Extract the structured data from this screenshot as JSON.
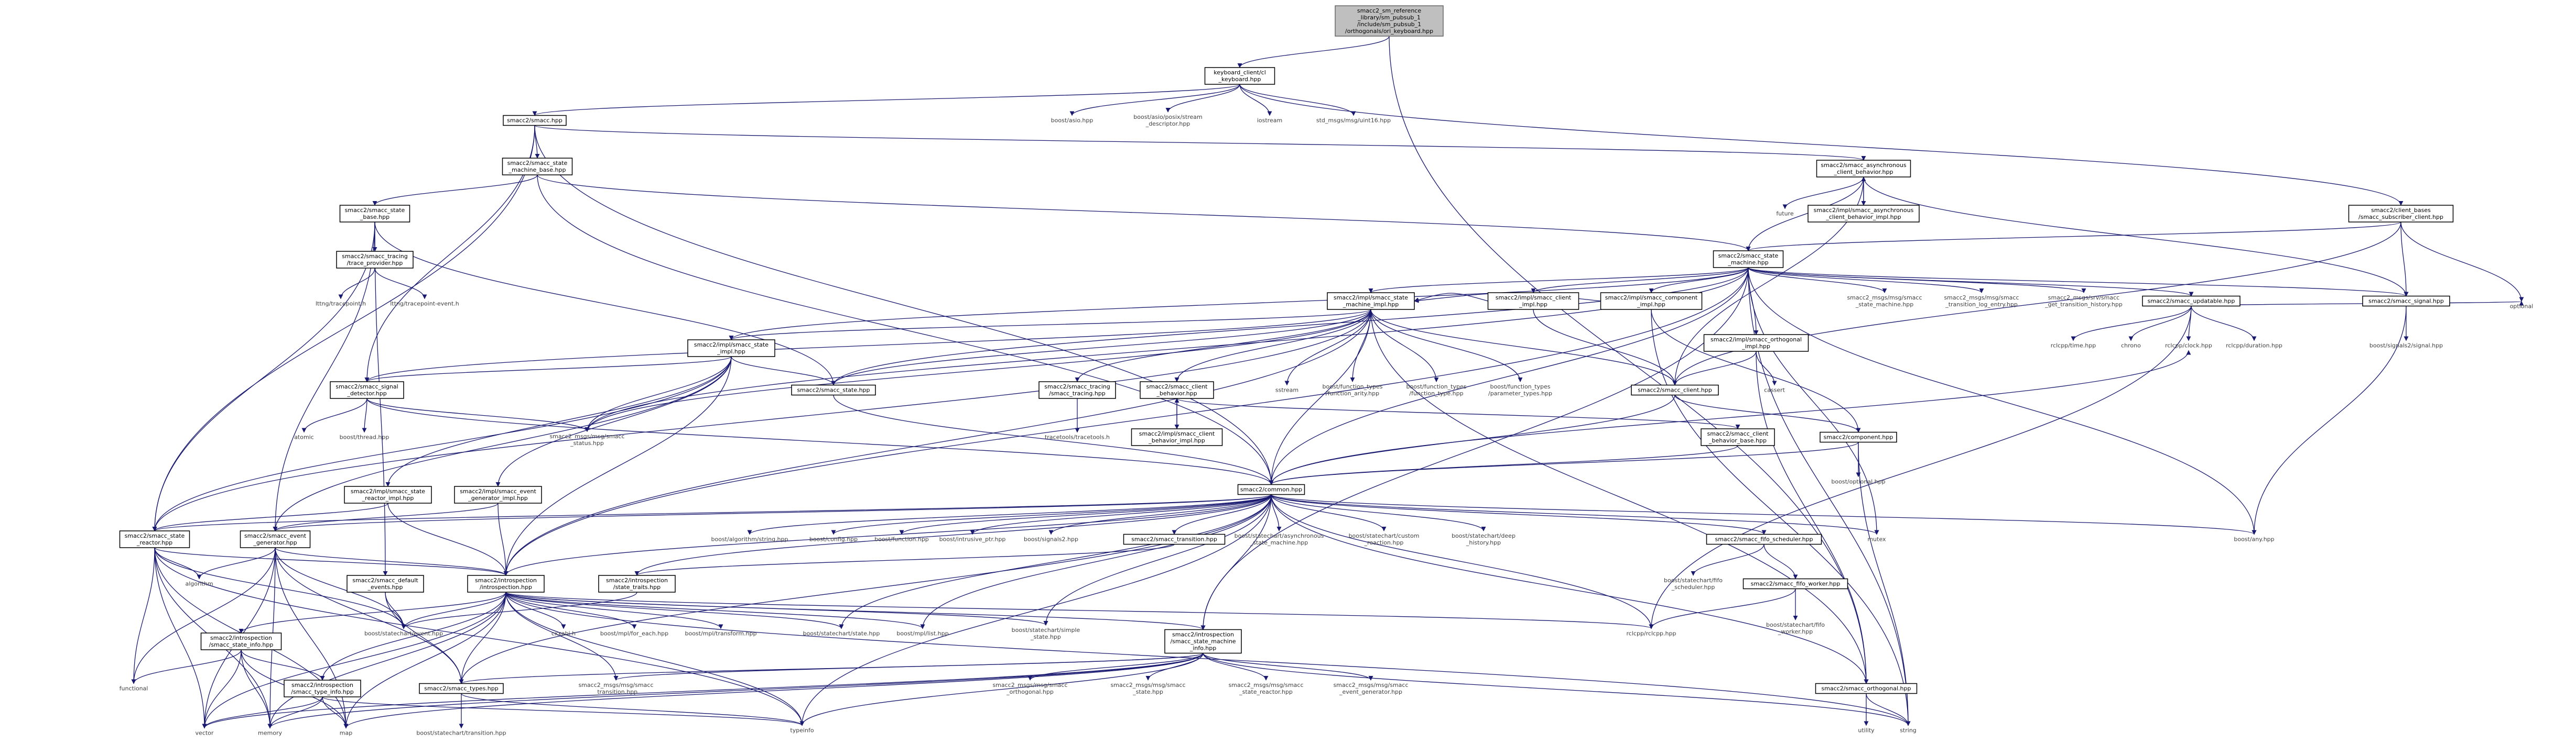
{
  "diagram": {
    "root": {
      "id": "root",
      "lines": [
        "smacc2_sm_reference",
        "_library/sm_pubsub_1",
        "/include/sm_pubsub_1",
        "/orthogonals/ori_keyboard.hpp"
      ],
      "boxed": true,
      "root": true
    },
    "nodes": [
      {
        "id": "kc",
        "lines": [
          "keyboard_client/cl",
          "_keyboard.hpp"
        ],
        "boxed": true
      },
      {
        "id": "smacc",
        "lines": [
          "smacc2/smacc.hpp"
        ],
        "boxed": true
      },
      {
        "id": "basio",
        "lines": [
          "boost/asio.hpp"
        ],
        "boxed": false
      },
      {
        "id": "bposix",
        "lines": [
          "boost/asio/posix/stream",
          "_descriptor.hpp"
        ],
        "boxed": false
      },
      {
        "id": "iostream",
        "lines": [
          "iostream"
        ],
        "boxed": false
      },
      {
        "id": "stdint",
        "lines": [
          "std_msgs/msg/uint16.hpp"
        ],
        "boxed": false
      },
      {
        "id": "acb",
        "lines": [
          "smacc2/smacc_asynchronous",
          "_client_behavior.hpp"
        ],
        "boxed": true
      },
      {
        "id": "acbi",
        "lines": [
          "smacc2/impl/smacc_asynchronous",
          "_client_behavior_impl.hpp"
        ],
        "boxed": true
      },
      {
        "id": "future",
        "lines": [
          "future"
        ],
        "boxed": false
      },
      {
        "id": "smb",
        "lines": [
          "smacc2/smacc_state",
          "_machine_base.hpp"
        ],
        "boxed": true
      },
      {
        "id": "sb",
        "lines": [
          "smacc2/smacc_state",
          "_base.hpp"
        ],
        "boxed": true
      },
      {
        "id": "trace",
        "lines": [
          "smacc2/smacc_tracing",
          "/trace_provider.hpp"
        ],
        "boxed": true
      },
      {
        "id": "lttng",
        "lines": [
          "lttng/tracepoint.h"
        ],
        "boxed": false
      },
      {
        "id": "lttnge",
        "lines": [
          "lttng/tracepoint-event.h"
        ],
        "boxed": false
      },
      {
        "id": "csub",
        "lines": [
          "smacc2/client_bases",
          "/smacc_subscriber_client.hpp"
        ],
        "boxed": true
      },
      {
        "id": "sm",
        "lines": [
          "smacc2/smacc_state",
          "_machine.hpp"
        ],
        "boxed": true
      },
      {
        "id": "smi",
        "lines": [
          "smacc2/impl/smacc_state",
          "_machine_impl.hpp"
        ],
        "boxed": true
      },
      {
        "id": "cimpl",
        "lines": [
          "smacc2/impl/smacc_client",
          "_impl.hpp"
        ],
        "boxed": true
      },
      {
        "id": "compi",
        "lines": [
          "smacc2/impl/smacc_component",
          "_impl.hpp"
        ],
        "boxed": true
      },
      {
        "id": "orthi",
        "lines": [
          "smacc2/impl/smacc_orthogonal",
          "_impl.hpp"
        ],
        "boxed": true
      },
      {
        "id": "msgsm",
        "lines": [
          "smacc2_msgs/msg/smacc",
          "_state_machine.hpp"
        ],
        "boxed": false
      },
      {
        "id": "msgtl",
        "lines": [
          "smacc2_msgs/msg/smacc",
          "_transition_log_entry.hpp"
        ],
        "boxed": false
      },
      {
        "id": "srvhist",
        "lines": [
          "smacc2_msgs/srv/smacc",
          "_get_transition_history.hpp"
        ],
        "boxed": false
      },
      {
        "id": "upd",
        "lines": [
          "smacc2/smacc_updatable.hpp"
        ],
        "boxed": true
      },
      {
        "id": "sig",
        "lines": [
          "smacc2/smacc_signal.hpp"
        ],
        "boxed": true
      },
      {
        "id": "optional",
        "lines": [
          "optional"
        ],
        "boxed": false
      },
      {
        "id": "bsig2",
        "lines": [
          "boost/signals2/signal.hpp"
        ],
        "boxed": false
      },
      {
        "id": "rcltime",
        "lines": [
          "rclcpp/time.hpp"
        ],
        "boxed": false
      },
      {
        "id": "chrono",
        "lines": [
          "chrono"
        ],
        "boxed": false
      },
      {
        "id": "rclclock",
        "lines": [
          "rclcpp/clock.hpp"
        ],
        "boxed": false
      },
      {
        "id": "rcldur",
        "lines": [
          "rclcpp/duration.hpp"
        ],
        "boxed": false
      },
      {
        "id": "si",
        "lines": [
          "smacc2/impl/smacc_state",
          "_impl.hpp"
        ],
        "boxed": true
      },
      {
        "id": "sd",
        "lines": [
          "smacc2/smacc_signal",
          "_detector.hpp"
        ],
        "boxed": true
      },
      {
        "id": "atomic",
        "lines": [
          "atomic"
        ],
        "boxed": false
      },
      {
        "id": "bthread",
        "lines": [
          "boost/thread.hpp"
        ],
        "boxed": false
      },
      {
        "id": "status",
        "lines": [
          "smacc2_msgs/msg/smacc",
          "_status.hpp"
        ],
        "boxed": false
      },
      {
        "id": "state",
        "lines": [
          "smacc2/smacc_state.hpp"
        ],
        "boxed": true
      },
      {
        "id": "tracing",
        "lines": [
          "smacc2/smacc_tracing",
          "/smacc_tracing.hpp"
        ],
        "boxed": true
      },
      {
        "id": "tracingh",
        "lines": [
          "tracetools/tracetools.h"
        ],
        "boxed": false
      },
      {
        "id": "cb",
        "lines": [
          "smacc2/smacc_client",
          "_behavior.hpp"
        ],
        "boxed": true
      },
      {
        "id": "cbi",
        "lines": [
          "smacc2/impl/smacc_client",
          "_behavior_impl.hpp"
        ],
        "boxed": true
      },
      {
        "id": "sstream",
        "lines": [
          "sstream"
        ],
        "boxed": false
      },
      {
        "id": "bfany",
        "lines": [
          "boost/function_types",
          "/function_arity.hpp"
        ],
        "boxed": false
      },
      {
        "id": "bftype",
        "lines": [
          "boost/function_types",
          "/function_type.hpp"
        ],
        "boxed": false
      },
      {
        "id": "bfparam",
        "lines": [
          "boost/function_types",
          "/parameter_types.hpp"
        ],
        "boxed": false
      },
      {
        "id": "client",
        "lines": [
          "smacc2/smacc_client.hpp"
        ],
        "boxed": true
      },
      {
        "id": "cassert",
        "lines": [
          "cassert"
        ],
        "boxed": false
      },
      {
        "id": "comp",
        "lines": [
          "smacc2/component.hpp"
        ],
        "boxed": true
      },
      {
        "id": "boptional",
        "lines": [
          "boost/optional.hpp"
        ],
        "boxed": false
      },
      {
        "id": "cbb",
        "lines": [
          "smacc2/smacc_client",
          "_behavior_base.hpp"
        ],
        "boxed": true
      },
      {
        "id": "common",
        "lines": [
          "smacc2/common.hpp"
        ],
        "boxed": true
      },
      {
        "id": "sri",
        "lines": [
          "smacc2/impl/smacc_state",
          "_reactor_impl.hpp"
        ],
        "boxed": true
      },
      {
        "id": "egi",
        "lines": [
          "smacc2/impl/smacc_event",
          "_generator_impl.hpp"
        ],
        "boxed": true
      },
      {
        "id": "sr",
        "lines": [
          "smacc2/smacc_state",
          "_reactor.hpp"
        ],
        "boxed": true
      },
      {
        "id": "eg",
        "lines": [
          "smacc2/smacc_event",
          "_generator.hpp"
        ],
        "boxed": true
      },
      {
        "id": "algorithm",
        "lines": [
          "algorithm"
        ],
        "boxed": false
      },
      {
        "id": "de",
        "lines": [
          "smacc2/smacc_default",
          "_events.hpp"
        ],
        "boxed": true
      },
      {
        "id": "intro",
        "lines": [
          "smacc2/introspection",
          "/introspection.hpp"
        ],
        "boxed": true
      },
      {
        "id": "sstate",
        "lines": [
          "smacc2/introspection",
          "/state_traits.hpp"
        ],
        "boxed": true
      },
      {
        "id": "balg",
        "lines": [
          "boost/algorithm/string.hpp"
        ],
        "boxed": false
      },
      {
        "id": "bconfig",
        "lines": [
          "boost/config.hpp"
        ],
        "boxed": false
      },
      {
        "id": "bfunc",
        "lines": [
          "boost/function.hpp"
        ],
        "boxed": false
      },
      {
        "id": "bintr",
        "lines": [
          "boost/intrusive_ptr.hpp"
        ],
        "boxed": false
      },
      {
        "id": "bsig2h",
        "lines": [
          "boost/signals2.hpp"
        ],
        "boxed": false
      },
      {
        "id": "trans",
        "lines": [
          "smacc2/smacc_transition.hpp"
        ],
        "boxed": true
      },
      {
        "id": "bscasm",
        "lines": [
          "boost/statechart/asynchronous",
          "_state_machine.hpp"
        ],
        "boxed": false
      },
      {
        "id": "bsccr",
        "lines": [
          "boost/statechart/custom",
          "_reaction.hpp"
        ],
        "boxed": false
      },
      {
        "id": "bscdh",
        "lines": [
          "boost/statechart/deep",
          "_history.hpp"
        ],
        "boxed": false
      },
      {
        "id": "fifo",
        "lines": [
          "smacc2/smacc_fifo_scheduler.hpp"
        ],
        "boxed": true
      },
      {
        "id": "bscfifo",
        "lines": [
          "boost/statechart/fifo",
          "_scheduler.hpp"
        ],
        "boxed": false
      },
      {
        "id": "fifow",
        "lines": [
          "smacc2/smacc_fifo_worker.hpp"
        ],
        "boxed": true
      },
      {
        "id": "bscfifow",
        "lines": [
          "boost/statechart/fifo",
          "_worker.hpp"
        ],
        "boxed": false
      },
      {
        "id": "mutex",
        "lines": [
          "mutex"
        ],
        "boxed": false
      },
      {
        "id": "bany",
        "lines": [
          "boost/any.hpp"
        ],
        "boxed": false
      },
      {
        "id": "sinfo",
        "lines": [
          "smacc2/introspection",
          "/smacc_state_info.hpp"
        ],
        "boxed": true
      },
      {
        "id": "tinfo",
        "lines": [
          "smacc2/introspection",
          "/smacc_type_info.hpp"
        ],
        "boxed": true
      },
      {
        "id": "bscevent",
        "lines": [
          "boost/statechart/event.hpp"
        ],
        "boxed": false
      },
      {
        "id": "cxxabi",
        "lines": [
          "cxxabi.h"
        ],
        "boxed": false
      },
      {
        "id": "bmplfe",
        "lines": [
          "boost/mpl/for_each.hpp"
        ],
        "boxed": false
      },
      {
        "id": "bmpltr",
        "lines": [
          "boost/mpl/transform.hpp"
        ],
        "boxed": false
      },
      {
        "id": "bscstate",
        "lines": [
          "boost/statechart/state.hpp"
        ],
        "boxed": false
      },
      {
        "id": "bmpllist",
        "lines": [
          "boost/mpl/list.hpp"
        ],
        "boxed": false
      },
      {
        "id": "bscsimple",
        "lines": [
          "boost/statechart/simple",
          "_state.hpp"
        ],
        "boxed": false
      },
      {
        "id": "rclcpp",
        "lines": [
          "rclcpp/rclcpp.hpp"
        ],
        "boxed": false
      },
      {
        "id": "smi2",
        "lines": [
          "smacc2/introspection",
          "/smacc_state_machine",
          "_info.hpp"
        ],
        "boxed": true
      },
      {
        "id": "functional",
        "lines": [
          "functional"
        ],
        "boxed": false
      },
      {
        "id": "types",
        "lines": [
          "smacc2/smacc_types.hpp"
        ],
        "boxed": true
      },
      {
        "id": "msgtrans",
        "lines": [
          "smacc2_msgs/msg/smacc",
          "_transition.hpp"
        ],
        "boxed": false
      },
      {
        "id": "msgorth",
        "lines": [
          "smacc2_msgs/msg/smacc",
          "_orthogonal.hpp"
        ],
        "boxed": false
      },
      {
        "id": "msgstate",
        "lines": [
          "smacc2_msgs/msg/smacc",
          "_state.hpp"
        ],
        "boxed": false
      },
      {
        "id": "msgsr",
        "lines": [
          "smacc2_msgs/msg/smacc",
          "_state_reactor.hpp"
        ],
        "boxed": false
      },
      {
        "id": "msgeg",
        "lines": [
          "smacc2_msgs/msg/smacc",
          "_event_generator.hpp"
        ],
        "boxed": false
      },
      {
        "id": "orth",
        "lines": [
          "smacc2/smacc_orthogonal.hpp"
        ],
        "boxed": true
      },
      {
        "id": "vector",
        "lines": [
          "vector"
        ],
        "boxed": false
      },
      {
        "id": "memory",
        "lines": [
          "memory"
        ],
        "boxed": false
      },
      {
        "id": "map",
        "lines": [
          "map"
        ],
        "boxed": false
      },
      {
        "id": "bsctrans",
        "lines": [
          "boost/statechart/transition.hpp"
        ],
        "boxed": false
      },
      {
        "id": "typeinfo",
        "lines": [
          "typeinfo"
        ],
        "boxed": false
      },
      {
        "id": "string",
        "lines": [
          "string"
        ],
        "boxed": false
      },
      {
        "id": "utility",
        "lines": [
          "utility"
        ],
        "boxed": false
      }
    ]
  }
}
